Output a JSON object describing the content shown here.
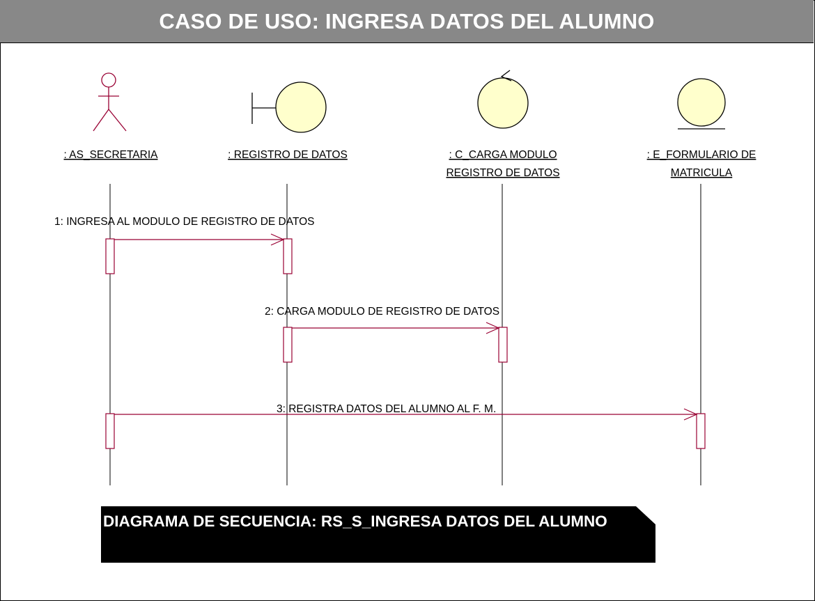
{
  "title": "CASO DE USO: INGRESA DATOS DEL ALUMNO",
  "caption": "DIAGRAMA DE SECUENCIA: RS_S_INGRESA DATOS DEL ALUMNO",
  "objects": [
    {
      "kind": "actor",
      "lines": [
        ": AS_SECRETARIA"
      ]
    },
    {
      "kind": "boundary",
      "lines": [
        ": REGISTRO DE DATOS"
      ]
    },
    {
      "kind": "control",
      "lines": [
        ": C_CARGA MODULO",
        "REGISTRO DE DATOS"
      ]
    },
    {
      "kind": "entity",
      "lines": [
        ": E_FORMULARIO DE",
        "MATRICULA"
      ]
    }
  ],
  "messages": [
    {
      "label": "1: INGRESA AL MODULO DE REGISTRO DE DATOS",
      "from": 0,
      "to": 1
    },
    {
      "label": "2: CARGA MODULO DE REGISTRO DE DATOS",
      "from": 1,
      "to": 2
    },
    {
      "label": "3: REGISTRA DATOS DEL ALUMNO AL F. M.",
      "from": 0,
      "to": 3
    }
  ],
  "colors": {
    "title_bar": "#888888",
    "title_text": "#ffffff",
    "object_fill": "#ffffcc",
    "message_line": "#990033",
    "lifeline": "#000000",
    "caption_bg": "#000000",
    "caption_text": "#ffffff"
  },
  "icons": {
    "actor": "stick-figure-icon",
    "boundary": "boundary-icon",
    "control": "control-icon",
    "entity": "entity-icon"
  }
}
